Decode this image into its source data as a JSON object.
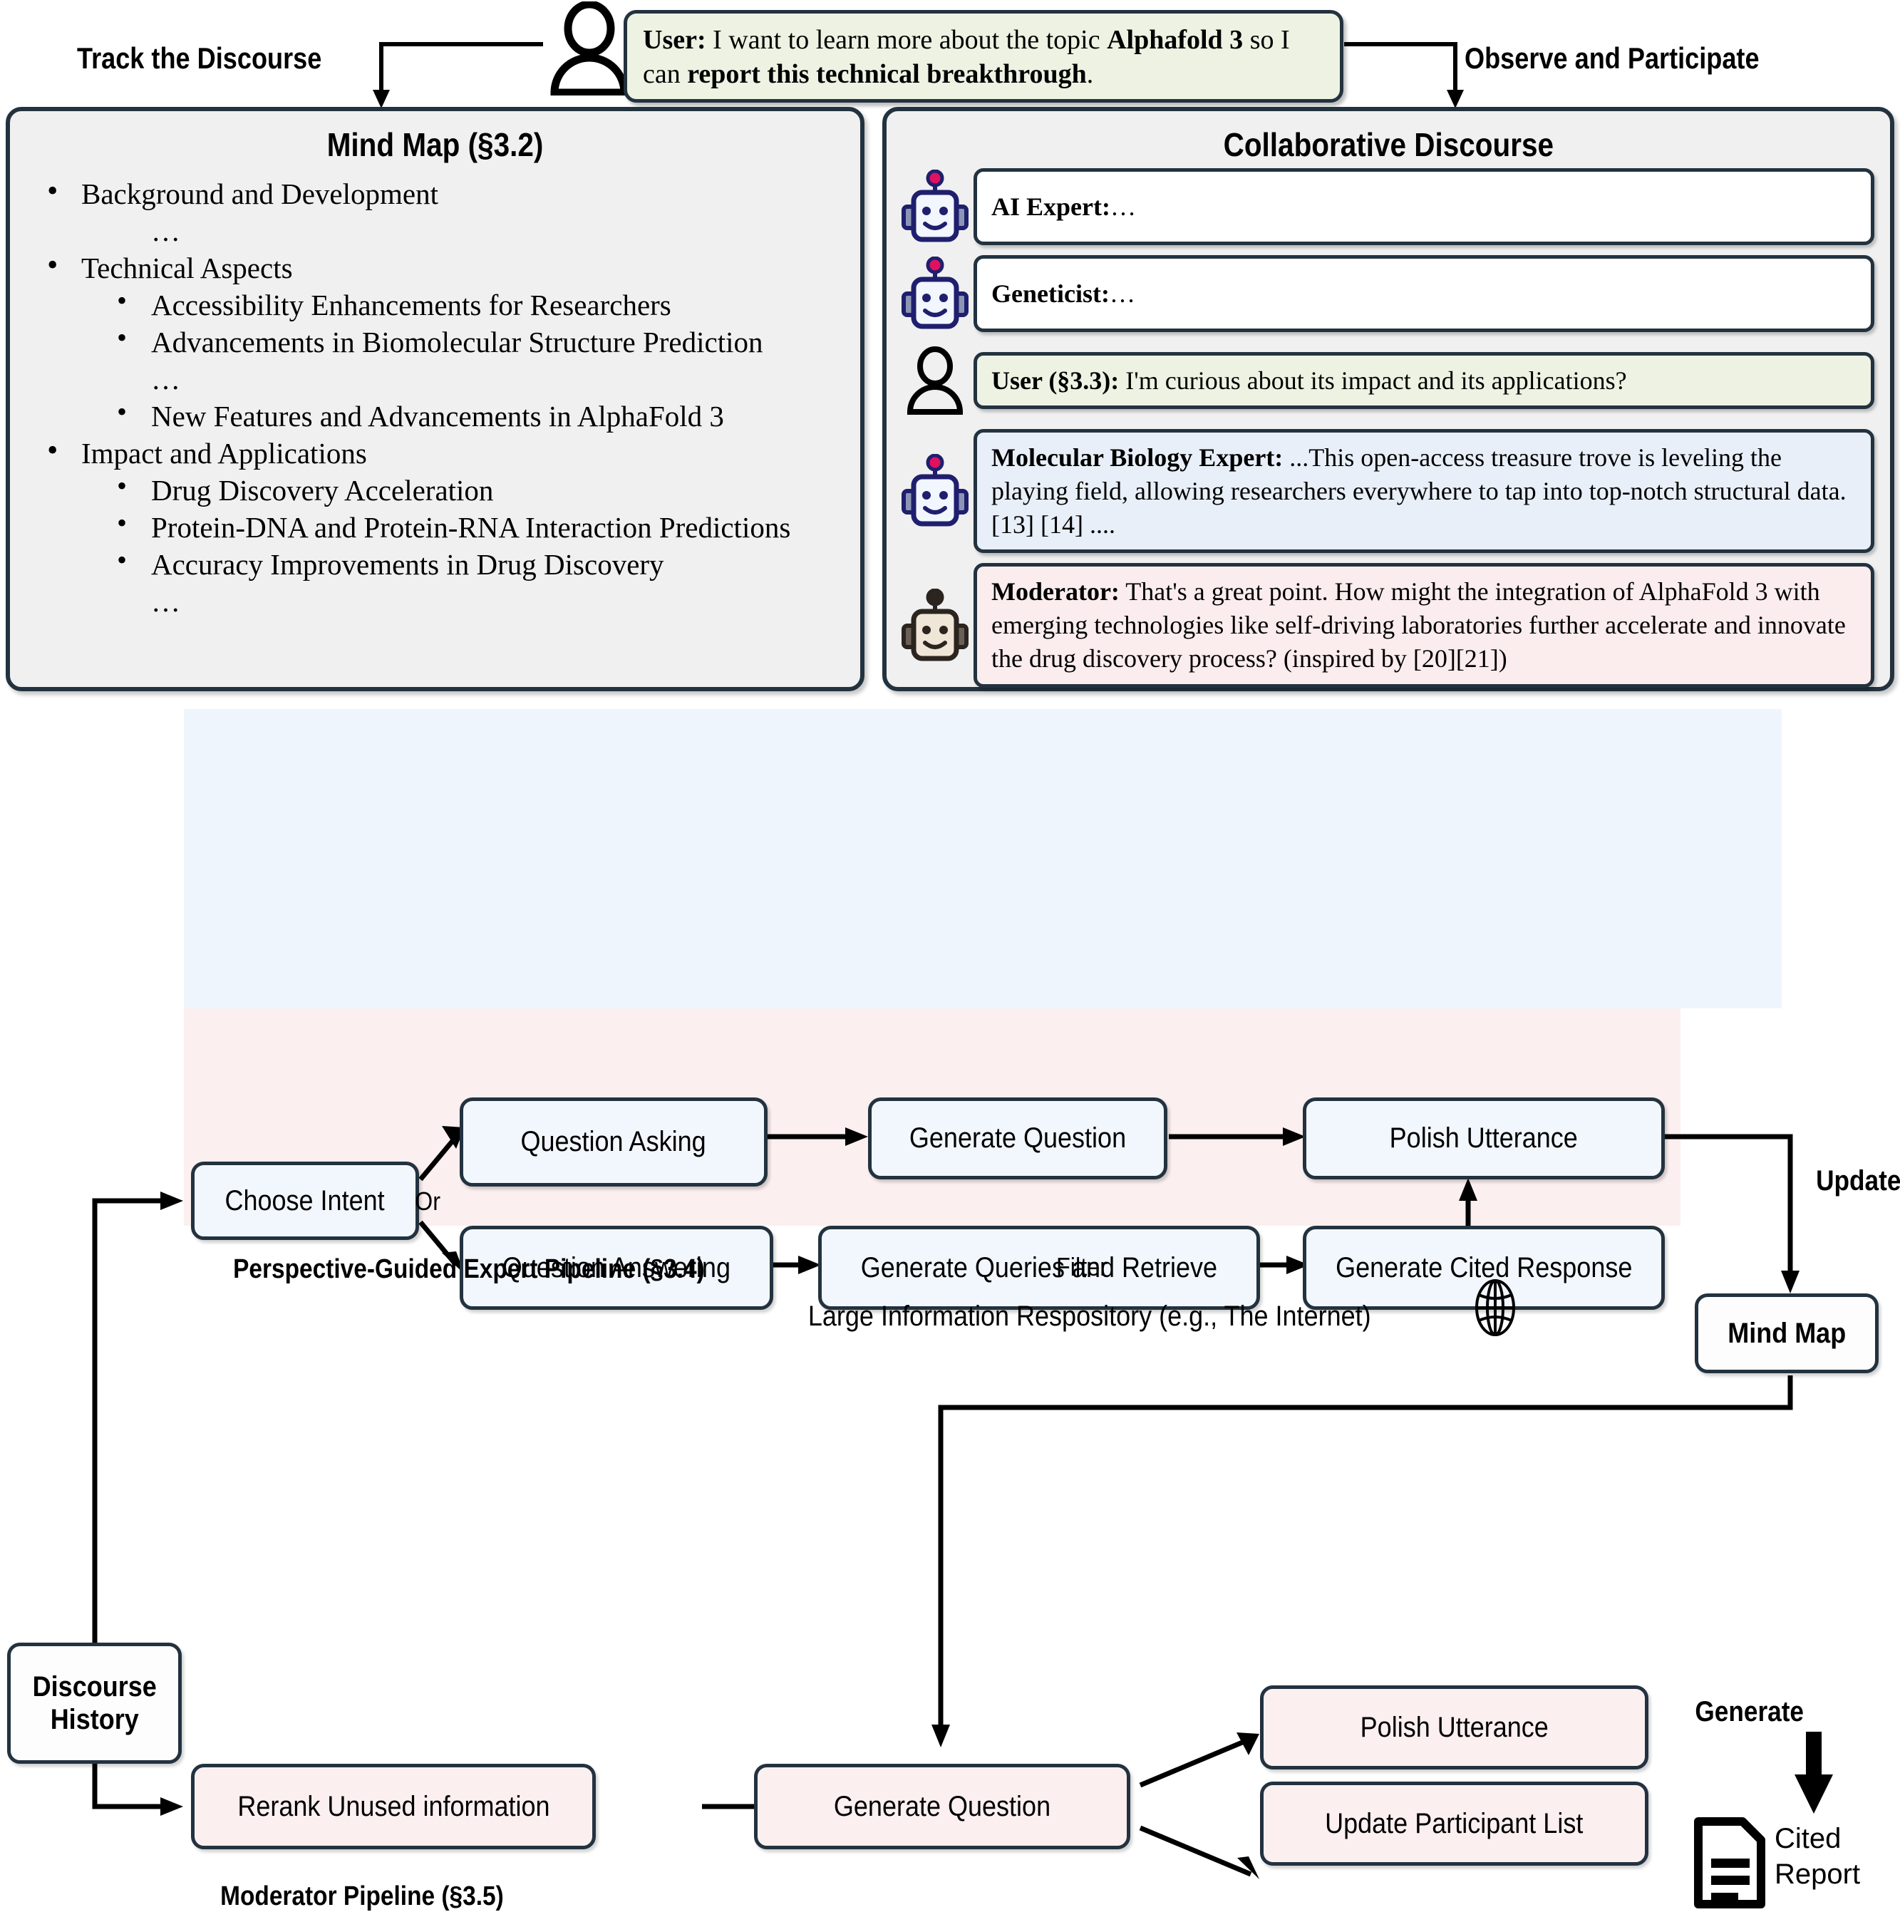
{
  "top": {
    "track_label": "Track the Discourse",
    "observe_label": "Observe and Participate",
    "user_prompt": {
      "speaker": "User:",
      "text_1": " I want to learn more about the topic ",
      "topic": "Alphafold 3",
      "text_2": " so I can ",
      "goal": "report this technical breakthrough",
      "text_3": "."
    }
  },
  "mindmap": {
    "title": "Mind Map (§3.2)",
    "items": [
      {
        "level": 1,
        "label": "Background and Development"
      },
      {
        "level": 0,
        "label": "…"
      },
      {
        "level": 1,
        "label": "Technical Aspects"
      },
      {
        "level": 2,
        "label": "Accessibility Enhancements for Researchers"
      },
      {
        "level": 2,
        "label": "Advancements in Biomolecular Structure Prediction"
      },
      {
        "level": 0,
        "label": "…"
      },
      {
        "level": 2,
        "label": "New Features and Advancements in AlphaFold 3"
      },
      {
        "level": 1,
        "label": "Impact and Applications"
      },
      {
        "level": 2,
        "label": "Drug Discovery Acceleration"
      },
      {
        "level": 2,
        "label": "Protein-DNA and Protein-RNA Interaction Predictions"
      },
      {
        "level": 2,
        "label": "Accuracy Improvements in Drug Discovery"
      },
      {
        "level": 0,
        "label": "…"
      }
    ]
  },
  "discourse": {
    "title": "Collaborative Discourse",
    "messages": [
      {
        "avatar": "robot-blue-icon",
        "style": "white",
        "speaker": "AI Expert:",
        "text": " …"
      },
      {
        "avatar": "robot-blue-icon",
        "style": "white",
        "speaker": "Geneticist:",
        "text": " …"
      },
      {
        "avatar": "user-icon",
        "style": "green",
        "speaker": "User (§3.3):",
        "text": " I'm curious about its impact and its applications?"
      },
      {
        "avatar": "robot-blue-icon",
        "style": "blue",
        "speaker": "Molecular Biology Expert:",
        "text": " ...This open-access treasure trove is leveling the playing field, allowing researchers everywhere to tap into top-notch structural data.[13] [14] ...."
      },
      {
        "avatar": "robot-beige-icon",
        "style": "pink",
        "speaker": "Moderator:",
        "text": " That's a great point. How might the integration of AlphaFold 3 with emerging technologies like self-driving laboratories further accelerate and innovate the drug discovery process? (inspired by [20][21])"
      }
    ]
  },
  "pipeline": {
    "discourse_history": "Discourse\nHistory",
    "expert_zone_label": "Perspective-Guided Expert Pipeline (§3.4)",
    "moderator_zone_label": "Moderator Pipeline (§3.5)",
    "or_label": "Or",
    "filter_label": "Filter",
    "repository_label": "Large Information Respository (e.g., The Internet)",
    "update_label": "Update",
    "generate_label": "Generate",
    "mind_map_box": "Mind Map",
    "cited_report": "Cited\nReport",
    "boxes": {
      "choose_intent": "Choose Intent",
      "question_asking": "Question Asking",
      "question_answering": "Question Answering",
      "generate_question": "Generate Question",
      "generate_queries": "Generate Queries and Retrieve",
      "polish_utterance": "Polish Utterance",
      "generate_cited_response": "Generate Cited Response",
      "rerank_unused": "Rerank Unused information",
      "mod_generate_question": "Generate Question",
      "mod_polish_utterance": "Polish Utterance",
      "update_participant_list": "Update Participant List"
    }
  },
  "colors": {
    "border_navy": "#23323f",
    "panel_bg": "#f0f0f0",
    "expert_zone": "#eff5fc",
    "moderator_zone": "#fbefef",
    "user_bubble": "#edf2e3",
    "expert_bubble": "#e8eff8",
    "moderator_bubble": "#fbeced"
  }
}
